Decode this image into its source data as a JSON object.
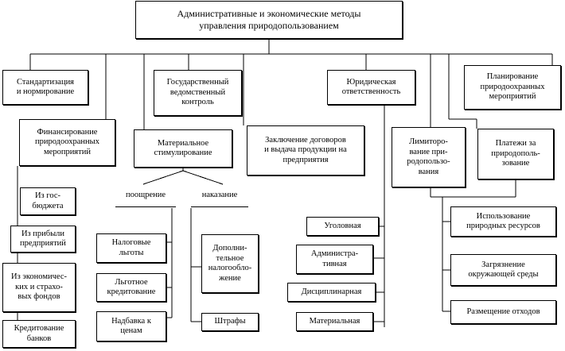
{
  "title": "Административные и экономические методы\nуправления природопользованием",
  "nodes": {
    "standardization": "Стандартизация\nи нормирование",
    "state_control": "Государственный\nведомственный\nконтроль",
    "legal_responsibility": "Юридическая\nответственность",
    "planning": "Планирование\nприродоохранных\nмероприятий",
    "financing": "Финансирование\nприродоохранных\nмероприятий",
    "material_incentives": "Материальное\nстимулирование",
    "contracts": "Заключение договоров\nи выдача продукции на\nпредприятия",
    "limiting": "Лимиторо-\nвание при-\nродопользо-\nвания",
    "payments": "Платежи за\nприродополь-\nзование",
    "from_state_budget": "Из гос-\nбюджета",
    "from_enterprise_profit": "Из прибыли\nпредприятий",
    "from_eco_insurance_funds": "Из экономичес-\nких и страхо-\nвых фондов",
    "bank_crediting": "Кредитование\nбанков",
    "encouragement": "поощрение",
    "punishment": "наказание",
    "tax_benefits": "Налоговые\nльготы",
    "soft_crediting": "Льготное\nкредитование",
    "price_markup": "Надбавка к\nценам",
    "additional_taxation": "Дополни-\nтельное\nналогообло-\nжение",
    "fines": "Штрафы",
    "criminal": "Уголовная",
    "administrative": "Админиcтра-\nтивная",
    "disciplinary": "Дисциплинарная",
    "material": "Материальная",
    "resource_use": "Использование\nприродных ресурсов",
    "env_pollution": "Загрязнение\nокружающей среды",
    "waste_disposal": "Размещение отходов"
  }
}
